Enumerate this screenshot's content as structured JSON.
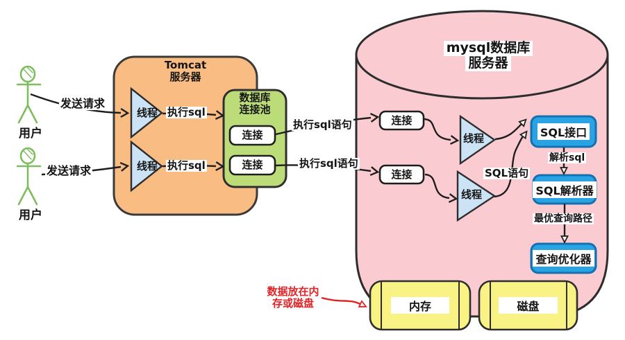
{
  "actors": {
    "user1_label": "用户",
    "user2_label": "用户"
  },
  "edges": {
    "send_request_1": "发送请求",
    "send_request_2": "发送请求",
    "exec_sql_1": "执行sql",
    "exec_sql_2": "执行sql",
    "exec_sql_stmt_1": "执行sql语句",
    "exec_sql_stmt_2": "执行sql语句",
    "sql_statement": "SQL语句",
    "parse_sql": "解析sql",
    "optimal_query_path": "最优查询路径"
  },
  "tomcat": {
    "title_line1": "Tomcat",
    "title_line2": "服务器",
    "thread1": "线程",
    "thread2": "线程"
  },
  "pool": {
    "title_line1": "数据库",
    "title_line2": "连接池",
    "conn1": "连接",
    "conn2": "连接"
  },
  "mysql": {
    "title_line1": "mysql数据库",
    "title_line2": "服务器",
    "conn1": "连接",
    "conn2": "连接",
    "thread1": "线程",
    "thread2": "线程",
    "sql_interface": "SQL接口",
    "sql_parser": "SQL解析器",
    "query_optimizer": "查询优化器",
    "memory": "内存",
    "disk": "磁盘"
  },
  "note": {
    "line1": "数据放在内",
    "line2": "存或磁盘"
  },
  "colors": {
    "tomcat_fill": "#f9bd83",
    "pool_fill": "#bcdc7a",
    "mysql_fill": "#faccd1",
    "thread_fill": "#cce2f5",
    "component_fill": "#29a3e4",
    "component_stroke": "#1470ae",
    "storage_fill": "#f8f384",
    "note_red": "#e02427",
    "actor_green": "#7dbd5e",
    "stroke_dark": "#2d2d2d"
  }
}
